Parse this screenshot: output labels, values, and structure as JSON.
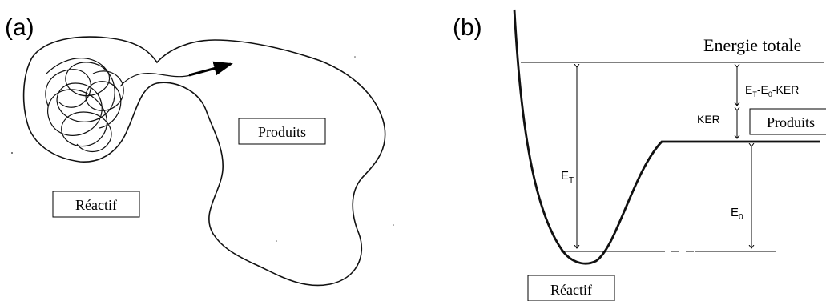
{
  "panel_a": {
    "label": "(a)",
    "products_label": "Produits",
    "reactant_label": "Réactif"
  },
  "panel_b": {
    "label": "(b)",
    "total_energy_label": "Energie totale",
    "products_label": "Produits",
    "reactant_label": "Réactif",
    "et_label": {
      "main": "E",
      "sub": "T"
    },
    "e0_label": {
      "main": "E",
      "sub": "0"
    },
    "ker_label": "KER",
    "excess_label": {
      "e": "E",
      "t_sub": "T",
      "dash1": "-E",
      "zero_sub": "0",
      "tail": "-KER"
    }
  },
  "colors": {
    "line": "#000000",
    "background": "#ffffff"
  }
}
